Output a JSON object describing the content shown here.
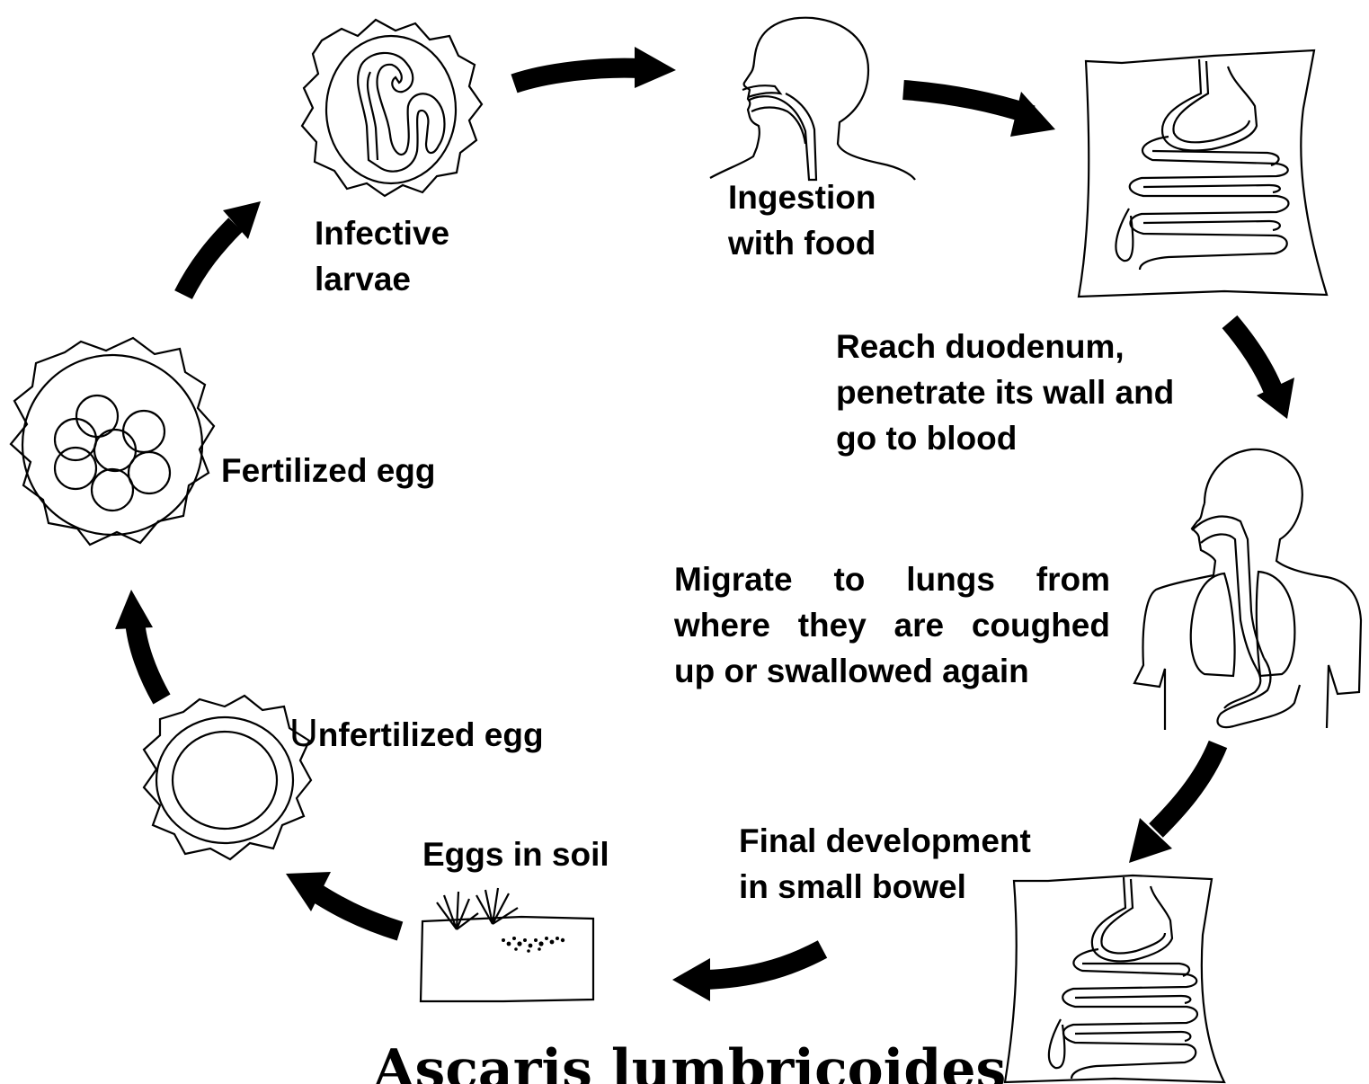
{
  "colors": {
    "ink": "#000000",
    "background": "#ffffff"
  },
  "labels": {
    "infective_larvae": [
      "Infective",
      "larvae"
    ],
    "ingestion": [
      "Ingestion",
      "with food"
    ],
    "duodenum": [
      "Reach duodenum,",
      "penetrate its wall and",
      "go to blood"
    ],
    "lungs": [
      "Migrate to lungs from",
      "where they are coughed",
      "up or swallowed again"
    ],
    "final_development": [
      "Final development",
      "in small bowel"
    ],
    "eggs_in_soil": "Eggs in soil",
    "unfertilized_egg": {
      "initial": "U",
      "rest": "nfertilized egg"
    },
    "fertilized_egg": "Fertilized egg"
  },
  "caption": "Ascaris lumbricoides",
  "icons": [
    "larva-egg-icon",
    "head-throat-icon",
    "digestive-tract-icon",
    "torso-lungs-icon",
    "soil-icon",
    "unfertilized-egg-icon",
    "fertilized-egg-icon"
  ]
}
